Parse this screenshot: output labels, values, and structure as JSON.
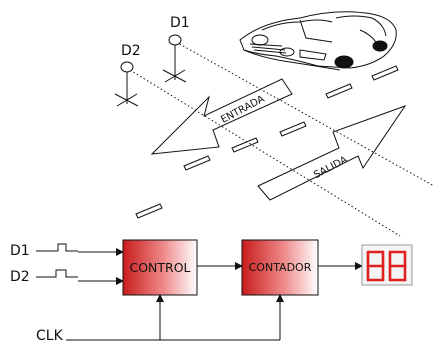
{
  "sensors": {
    "d1": "D1",
    "d2": "D2"
  },
  "road": {
    "entry_label": "ENTRADA",
    "exit_label": "SALIDA"
  },
  "inputs": {
    "d1": "D1",
    "d2": "D2",
    "clk": "CLK"
  },
  "blocks": {
    "control": "CONTROL",
    "counter": "CONTADOR"
  },
  "display": {
    "digits": "88",
    "color": "#e02020"
  },
  "colors": {
    "block_dark": "#cc1f1f",
    "block_light": "#ffffff"
  }
}
